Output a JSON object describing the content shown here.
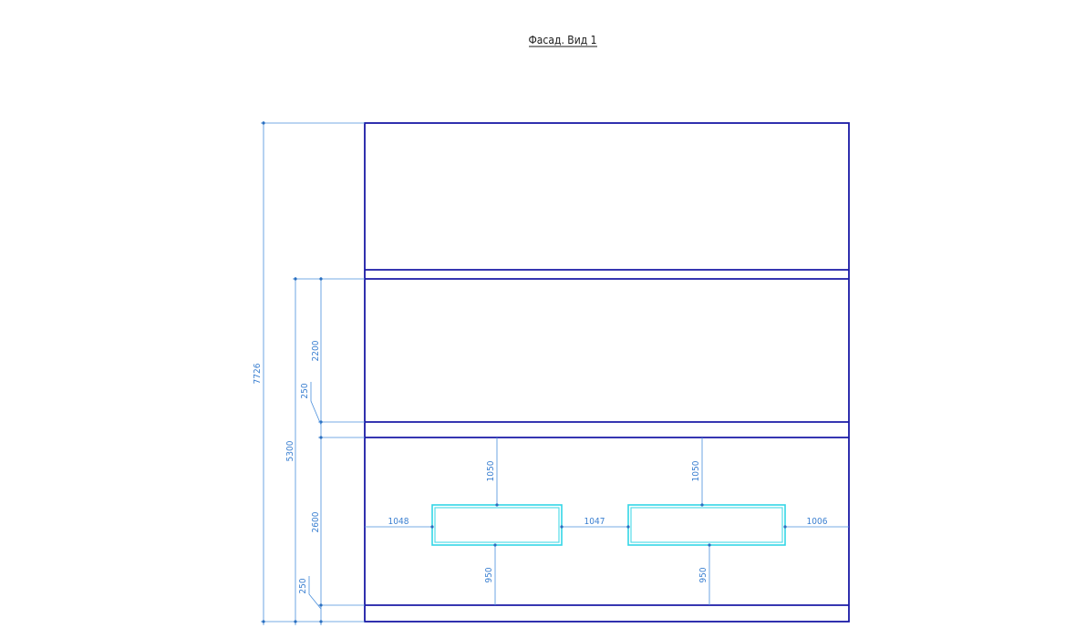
{
  "title": "Фасад. Вид 1",
  "dimensions": {
    "total_height": "7726",
    "lower_height": "5300",
    "upper_band": "2200",
    "upper_slab": "250",
    "lower_band": "2600",
    "lower_slab": "250",
    "win1_above": "1050",
    "win2_above": "1050",
    "win1_below": "950",
    "win2_below": "950",
    "left_offset": "1048",
    "between_windows": "1047",
    "right_offset": "1006"
  },
  "colors": {
    "wall_line": "#1a1aa6",
    "dimension_line": "#4a8fdc",
    "window_line": "#33d6e6"
  }
}
